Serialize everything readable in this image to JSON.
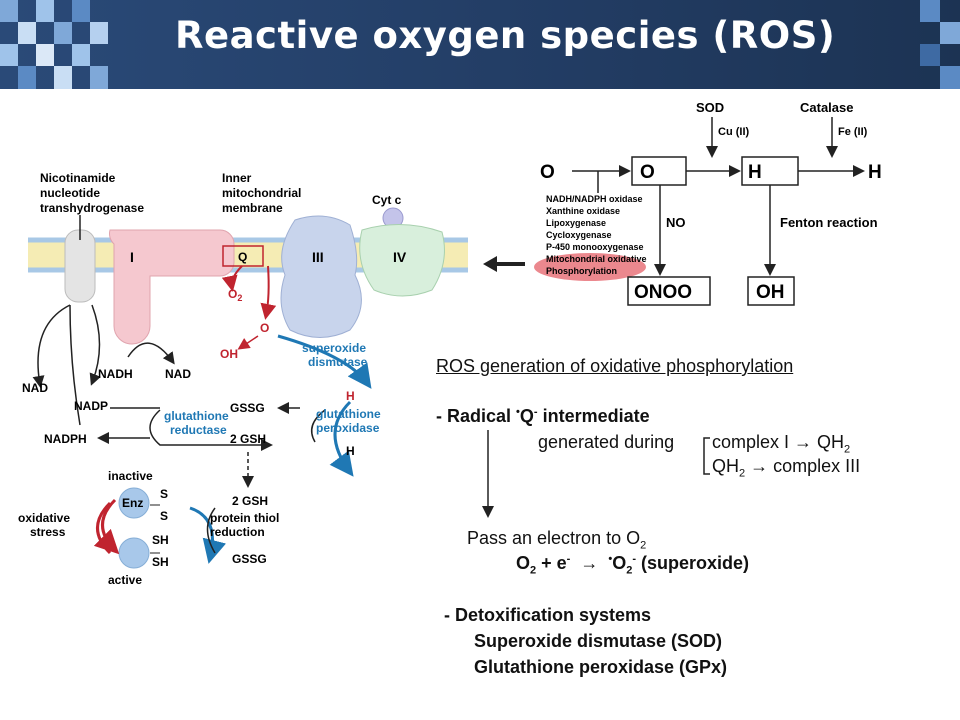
{
  "slide": {
    "title": "Reactive oxygen species (ROS)"
  },
  "left_figure": {
    "transhydrogenase_label": [
      "Nicotinamide",
      "nucleotide",
      "transhydrogenase"
    ],
    "membrane_label": [
      "Inner",
      "mitochondrial",
      "membrane"
    ],
    "cytc": "Cyt c",
    "complex_I": "I",
    "Q": "Q",
    "complex_III": "III",
    "complex_IV": "IV",
    "O2": "O",
    "O2_sub": "2",
    "superoxide": "O",
    "OH": "OH",
    "sod": [
      "superoxide",
      "dismutase"
    ],
    "h2o2": "H",
    "gpx": [
      "glutathione",
      "peroxidase"
    ],
    "h2o": "H",
    "nad_left": "NAD",
    "nadh": "NADH",
    "nad_right": "NAD",
    "nadp": "NADP",
    "nadph": "NADPH",
    "gssg_top": "GSSG",
    "gr": [
      "glutathione",
      "reductase"
    ],
    "twogsh_top": "2 GSH",
    "twogsh_bottom": "2 GSH",
    "thiol": [
      "protein thiol",
      "reduction"
    ],
    "gssg_bottom": "GSSG",
    "inactive": "inactive",
    "enz": "Enz",
    "S": "S",
    "SH": "SH",
    "oxidative": [
      "oxidative",
      "stress"
    ],
    "active": "active"
  },
  "right_figure": {
    "sod": "SOD",
    "cu": "Cu (II)",
    "catalase": "Catalase",
    "fe": "Fe (II)",
    "o2": "O",
    "superoxide": "O",
    "h2o2": "H",
    "products": "H",
    "sources": [
      "NADH/NADPH oxidase",
      "Xanthine oxidase",
      "Lipoxygenase",
      "Cycloxygenase",
      "P-450 monooxygenase",
      "Mitochondrial oxidative",
      "Phosphorylation"
    ],
    "no": "NO",
    "fenton": "Fenton reaction",
    "onoo": "ONOO",
    "oh": "OH"
  },
  "notes": {
    "heading": "ROS generation of oxidative phosphorylation",
    "radical_prefix": "- Radical ",
    "radical_q": "Q",
    "radical_suffix": " intermediate",
    "generated_during": "generated during",
    "line1": "complex I → QH",
    "line1_sub": "2",
    "line2_a": "QH",
    "line2_sub": "2",
    "line2_b": " → complex III",
    "pass": "Pass an electron to O",
    "pass_sub": "2",
    "reaction_a": "O",
    "reaction_sub": "2",
    "reaction_b": " + e",
    "reaction_sup": "-",
    "reaction_arrow": "  →  ",
    "reaction_c": "O",
    "reaction_c_sub": "2",
    "reaction_c_sup": "-",
    "reaction_d": " (superoxide)",
    "detox": "- Detoxification systems",
    "sod": "Superoxide dismutase (SOD)",
    "gpx": "Glutathione peroxidase (GPx)"
  }
}
